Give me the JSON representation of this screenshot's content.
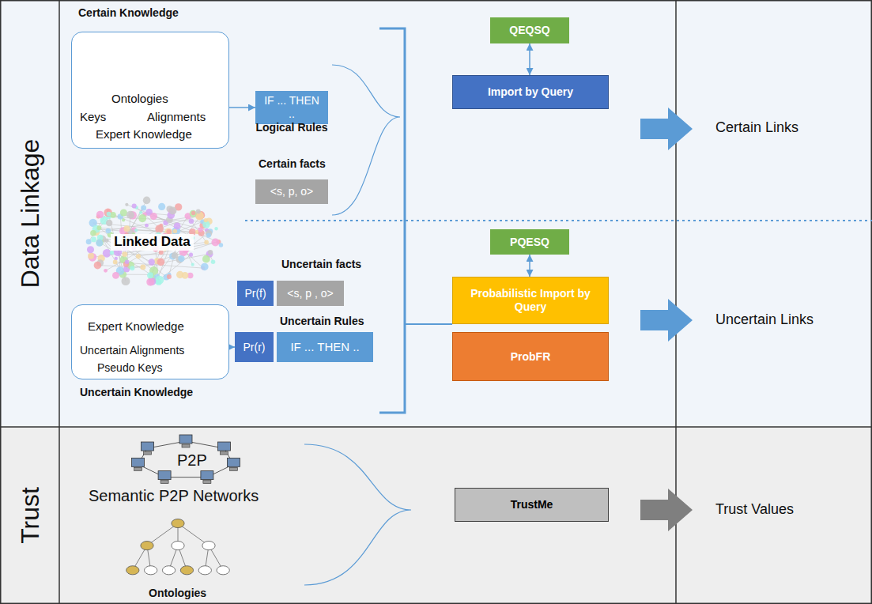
{
  "diagram": {
    "nodes": [
      {
        "text": [
          "Data Linkage"
        ]
      },
      {
        "text": [
          "Certain Knowledge",
          "Ontologies",
          "Keys",
          "Alignments",
          "Expert Knowledge"
        ],
        "in": 0
      },
      {
        "text": [
          "IF ... THEN ..",
          "Logical Rules"
        ],
        "in": 0
      },
      {
        "text": [
          "Certain facts",
          "<s, p, o>"
        ],
        "in": 0
      },
      {
        "text": [
          "QEQSQ"
        ],
        "in": 0
      },
      {
        "text": [
          "Import by Query"
        ],
        "in": 0
      },
      {
        "text": [
          "Linked Data"
        ],
        "in": 0
      },
      {
        "text": [
          "PQESQ"
        ],
        "in": 0
      },
      {
        "text": [
          "Pr(f)"
        ],
        "in": 0
      },
      {
        "text": [
          "Uncertain facts",
          "<s, p , o>"
        ],
        "in": 0
      },
      {
        "text": [
          "Probabilistic Import by Query"
        ],
        "in": 0
      },
      {
        "text": [
          "Pr(r)"
        ],
        "in": 0
      },
      {
        "text": [
          "Uncertain Rules",
          "IF ... THEN .."
        ],
        "in": 0
      },
      {
        "text": [
          "ProbFR"
        ],
        "in": 0
      },
      {
        "text": [
          "Expert Knowledge",
          "Uncertain Alignments",
          "Pseudo Keys",
          "Uncertain Knowledge"
        ],
        "in": 0
      },
      {
        "text": [
          "Trust"
        ]
      },
      {
        "text": [
          "TrustMe"
        ],
        "in": 15
      }
    ],
    "edges": [
      {
        "from": 1,
        "to": 2,
        "arrow": "to"
      },
      {
        "from": 4,
        "to": 5,
        "arrow": "both"
      },
      {
        "from": 7,
        "to": 10,
        "arrow": "both"
      },
      {
        "from": 14,
        "to": 11,
        "arrow": "to"
      }
    ],
    "labels": [
      "Certain Links",
      "Uncertain Links",
      "Trust Values",
      "P2P",
      "Semantic P2P Networks",
      "Ontologies"
    ]
  }
}
